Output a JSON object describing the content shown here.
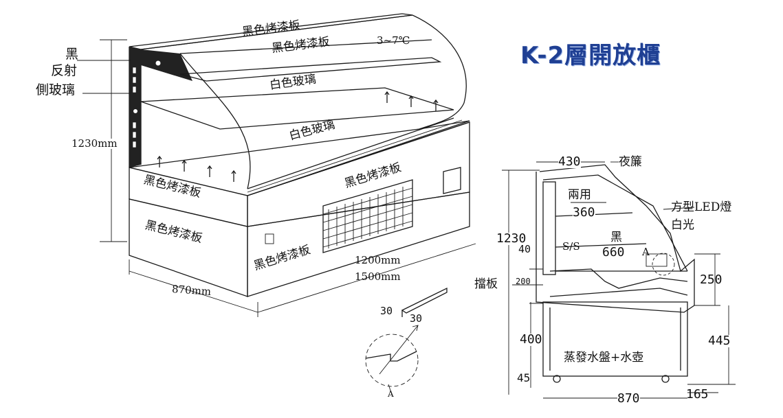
{
  "title": "K-2層開放櫃",
  "left_view": {
    "panel_top_1": "黑色烤漆板",
    "panel_top_2": "黑色烤漆板",
    "temperature": "3~7℃",
    "glass_1": "白色玻璃",
    "glass_2": "白色玻璃",
    "panel_front_right": "黑色烤漆板",
    "panel_front_left": "黑色烤漆板",
    "panel_base_left": "黑色烤漆板",
    "panel_base_right": "黑色烤漆板",
    "side_label_1": "黑",
    "side_label_2": "反射",
    "side_label_3": "側玻璃",
    "height": "1230mm",
    "depth": "870mm",
    "length_1": "1200mm",
    "length_2": "1500mm"
  },
  "detail_a": {
    "dim_1": "30",
    "dim_2": "30",
    "label": "A"
  },
  "section_view": {
    "dim_top": "430",
    "night_curtain": "夜簾",
    "dual_use": "兩用",
    "dim_360": "360",
    "led_light": "方型LED燈",
    "white_light": "白光",
    "height": "1230",
    "dim_40": "40",
    "ss_label": "S/S",
    "black_label": "黑",
    "dim_660": "660",
    "detail_ref": "A",
    "baffle": "擋板",
    "dim_200": "200",
    "dim_250": "250",
    "dim_400": "400",
    "dim_445": "445",
    "dim_45": "45",
    "drain": "蒸發水盤+水壺",
    "depth": "870",
    "dim_165": "165"
  }
}
